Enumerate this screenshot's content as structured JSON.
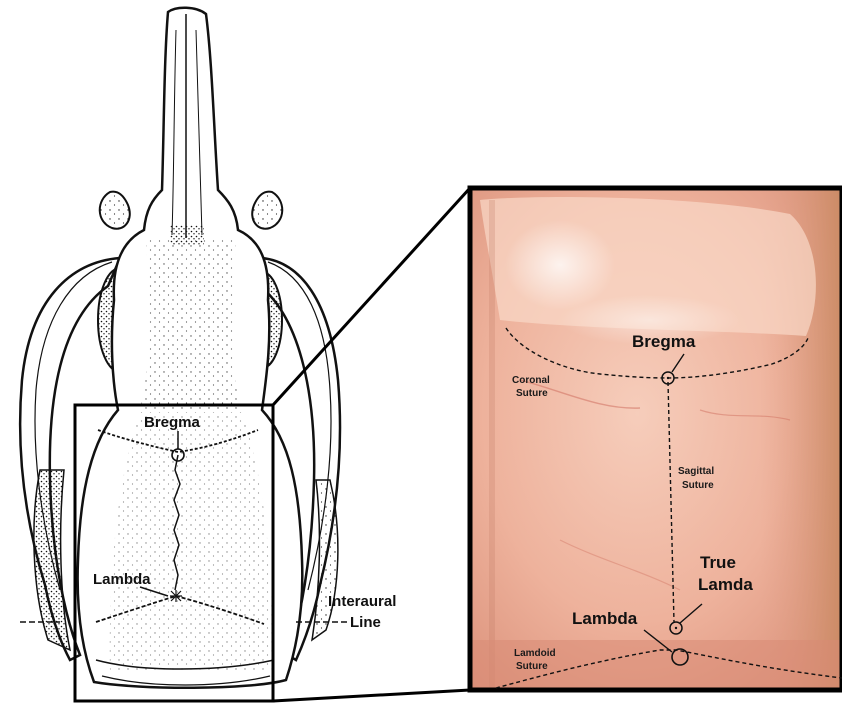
{
  "drawing_labels": {
    "bregma": "Bregma",
    "lambda": "Lambda",
    "interaural_line_1": "Interaural",
    "interaural_line_2": "Line"
  },
  "photo_labels": {
    "bregma": "Bregma",
    "coronal_1": "Coronal",
    "coronal_2": "Suture",
    "sagittal_1": "Sagittal",
    "sagittal_2": "Suture",
    "true_lambda_1": "True",
    "true_lambda_2": "Lamda",
    "lambda": "Lambda",
    "lambdoid_1": "Lamdoid",
    "lambdoid_2": "Suture"
  },
  "colors": {
    "ink": "#111111",
    "photo_base": "#e9a48e",
    "photo_highlight": "#f6cdbb",
    "photo_dark": "#cf7c66"
  }
}
